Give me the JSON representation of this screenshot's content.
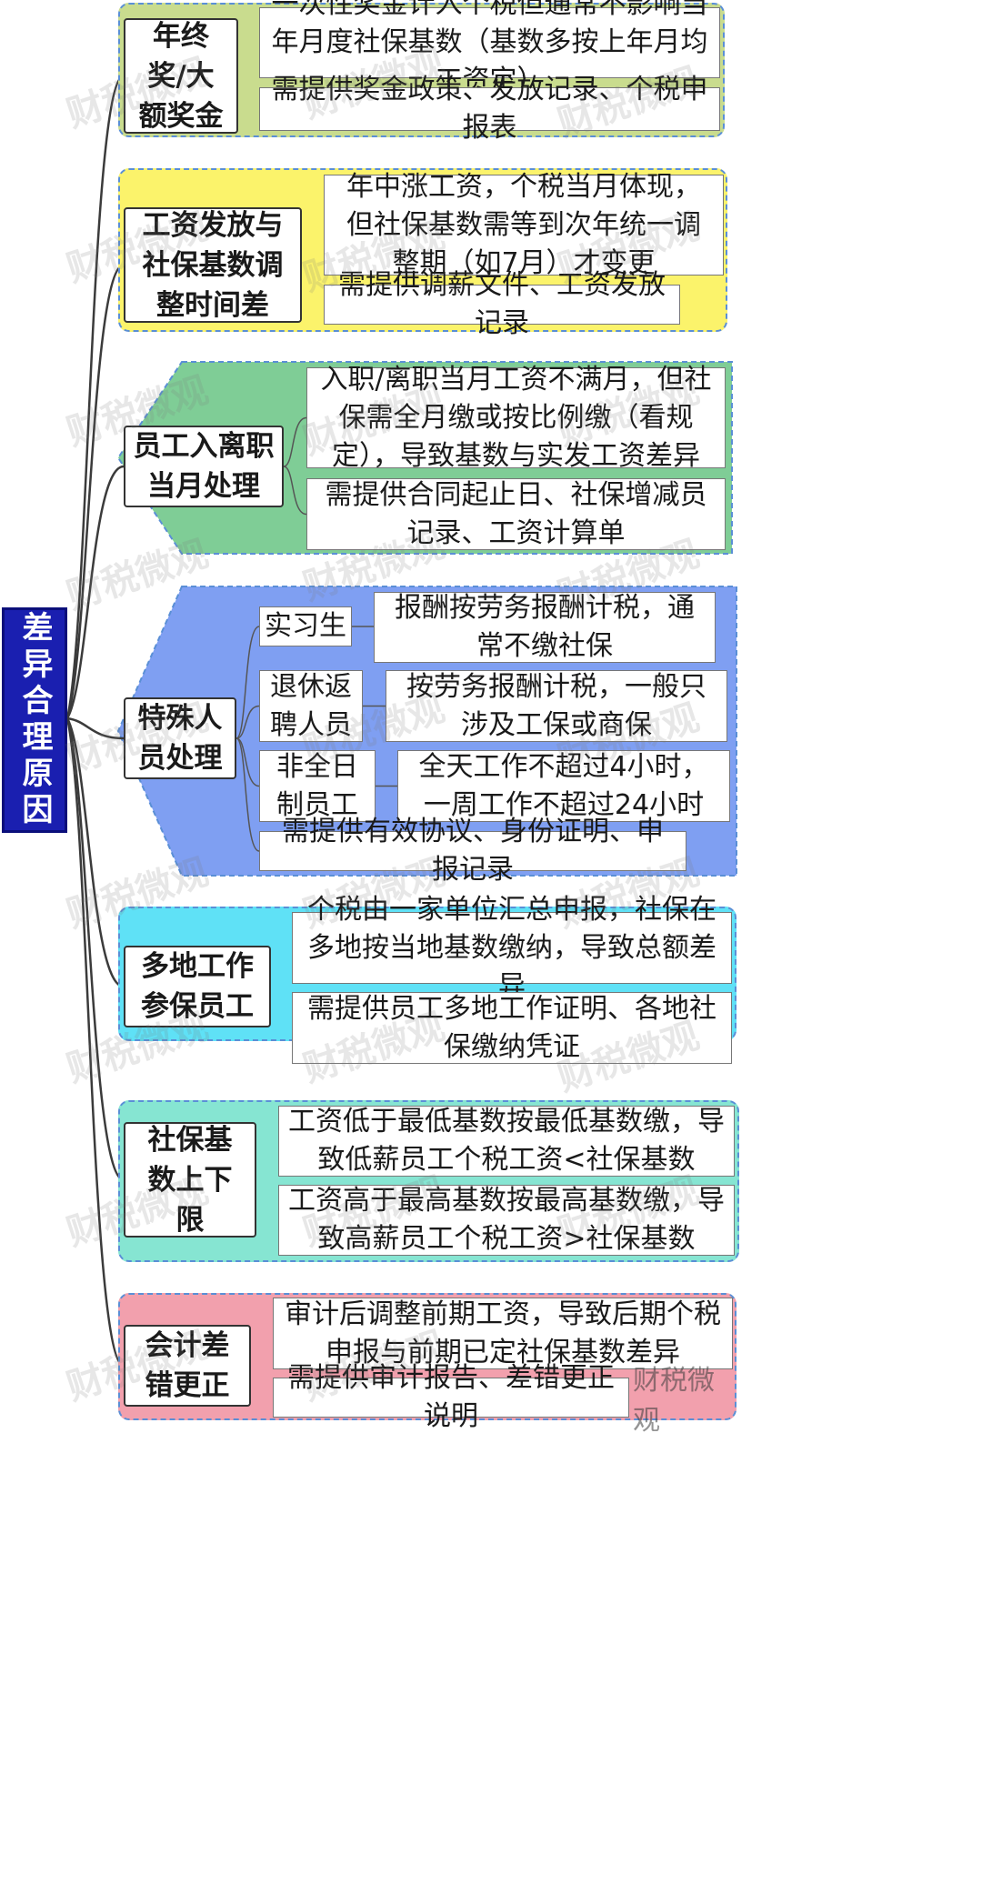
{
  "root": {
    "label": "差异合理原因"
  },
  "colors": {
    "root": "#1a1fb0",
    "branch_1": "#c9dc8e",
    "branch_2": "#fbf36b",
    "branch_3": "#7fcd96",
    "branch_4": "#7f9ff2",
    "branch_5": "#5fe1f6",
    "branch_6": "#86e5d2",
    "branch_7": "#f2a0ad"
  },
  "branches": [
    {
      "label": "年终\n奖/大\n额奖金",
      "leaves": [
        "一次性奖金计入个税但通常不影响当年月度社保基数（基数多按上年月均工资定）",
        "需提供奖金政策、发放记录、个税申报表"
      ]
    },
    {
      "label": "工资发放与\n社保基数调\n整时间差",
      "leaves": [
        "年中涨工资，个税当月体现，但社保基数需等到次年统一调整期（如7月）才变更",
        "需提供调薪文件、工资发放记录"
      ]
    },
    {
      "label": "员工入离职\n当月处理",
      "leaves": [
        "入职/离职当月工资不满月，但社保需全月缴或按比例缴（看规定），导致基数与实发工资差异",
        "需提供合同起止日、社保增减员记录、工资计算单"
      ]
    },
    {
      "label": "特殊人\n员处理",
      "subs": [
        {
          "label": "实习生",
          "detail": "报酬按劳务报酬计税，通常不缴社保"
        },
        {
          "label": "退休返\n聘人员",
          "detail": "按劳务报酬计税，一般只涉及工保或商保"
        },
        {
          "label": "非全日\n制员工",
          "detail": "全天工作不超过4小时，一周工作不超过24小时"
        }
      ],
      "leaves": [
        "需提供有效协议、身份证明、申报记录"
      ]
    },
    {
      "label": "多地工作\n参保员工",
      "leaves": [
        "个税由一家单位汇总申报，社保在多地按当地基数缴纳，导致总额差异",
        "需提供员工多地工作证明、各地社保缴纳凭证"
      ]
    },
    {
      "label": "社保基\n数上下\n限",
      "leaves": [
        "工资低于最低基数按最低基数缴，导致低薪员工个税工资<社保基数",
        "工资高于最高基数按最高基数缴，导致高薪员工个税工资>社保基数"
      ]
    },
    {
      "label": "会计差\n错更正",
      "leaves": [
        "审计后调整前期工资，导致后期个税申报与前期已定社保基数差异",
        "需提供审计报告、差错更正说明"
      ]
    }
  ],
  "watermark": "财税微观"
}
